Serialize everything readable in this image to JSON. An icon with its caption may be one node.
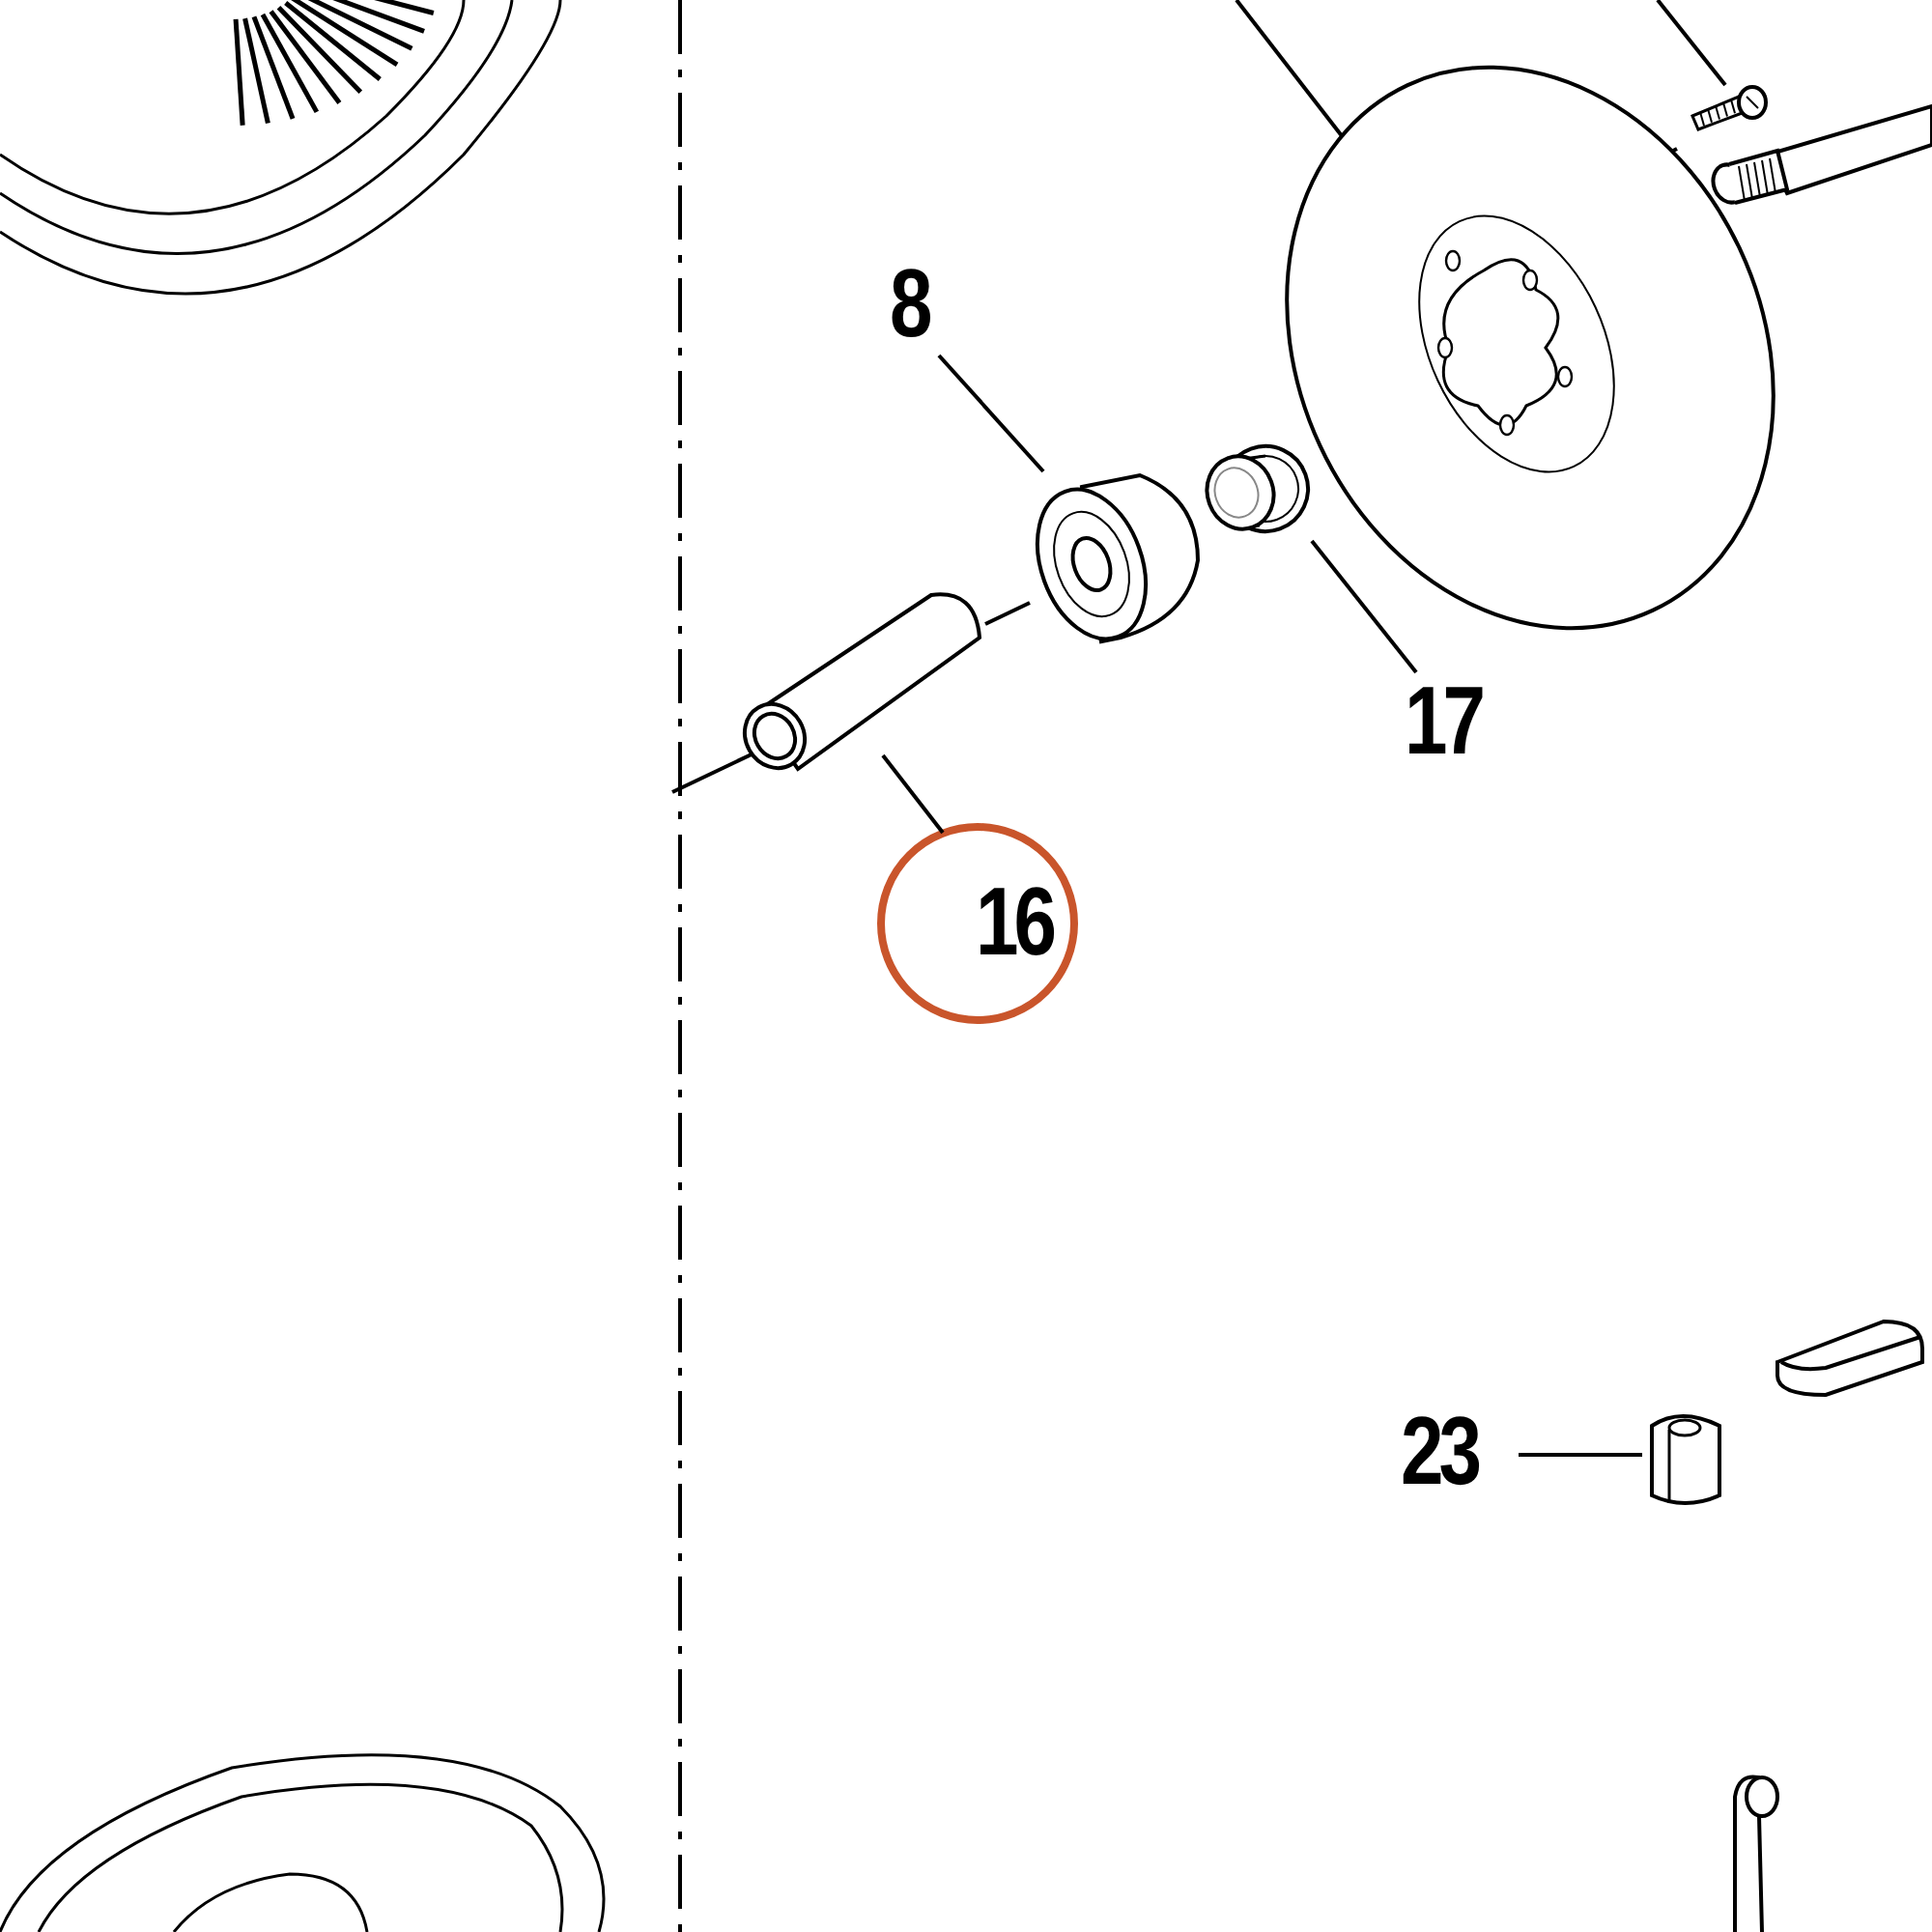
{
  "diagram": {
    "nodes": [
      {
        "text": [
          "8"
        ]
      },
      {
        "text": [],
        "shape": "picture"
      },
      {
        "text": [
          "17"
        ]
      },
      {
        "text": [],
        "shape": "picture"
      },
      {
        "text": [
          "16"
        ]
      },
      {
        "text": [],
        "shape": "picture"
      },
      {
        "text": [
          "23"
        ]
      },
      {
        "text": [],
        "shape": "picture"
      },
      {
        "text": [],
        "shape": "picture"
      },
      {
        "text": [],
        "shape": "picture"
      }
    ],
    "edges": [
      {
        "from": 0,
        "to": 1,
        "arrow": "none"
      },
      {
        "from": 2,
        "to": 3,
        "arrow": "none"
      },
      {
        "from": 4,
        "to": 5,
        "arrow": "none"
      },
      {
        "from": 6,
        "to": 7,
        "arrow": "none"
      },
      {
        "from": null,
        "to": 8,
        "arrow": "none"
      },
      {
        "from": null,
        "to": 9,
        "arrow": "none"
      }
    ]
  }
}
